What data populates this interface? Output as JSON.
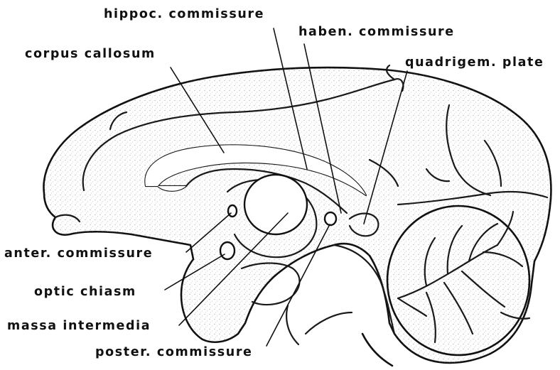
{
  "labels": {
    "hippoc_commissure": "hippoc. commissure",
    "haben_commissure": "haben. commissure",
    "corpus_callosum": "corpus callosum",
    "quadrigem_plate": "quadrigem. plate",
    "anter_commissure": "anter. commissure",
    "optic_chiasm": "optic chiasm",
    "massa_intermedia": "massa intermedia",
    "poster_commissure": "poster. commissure"
  },
  "colors": {
    "ink": "#111111",
    "paper": "#ffffff"
  }
}
